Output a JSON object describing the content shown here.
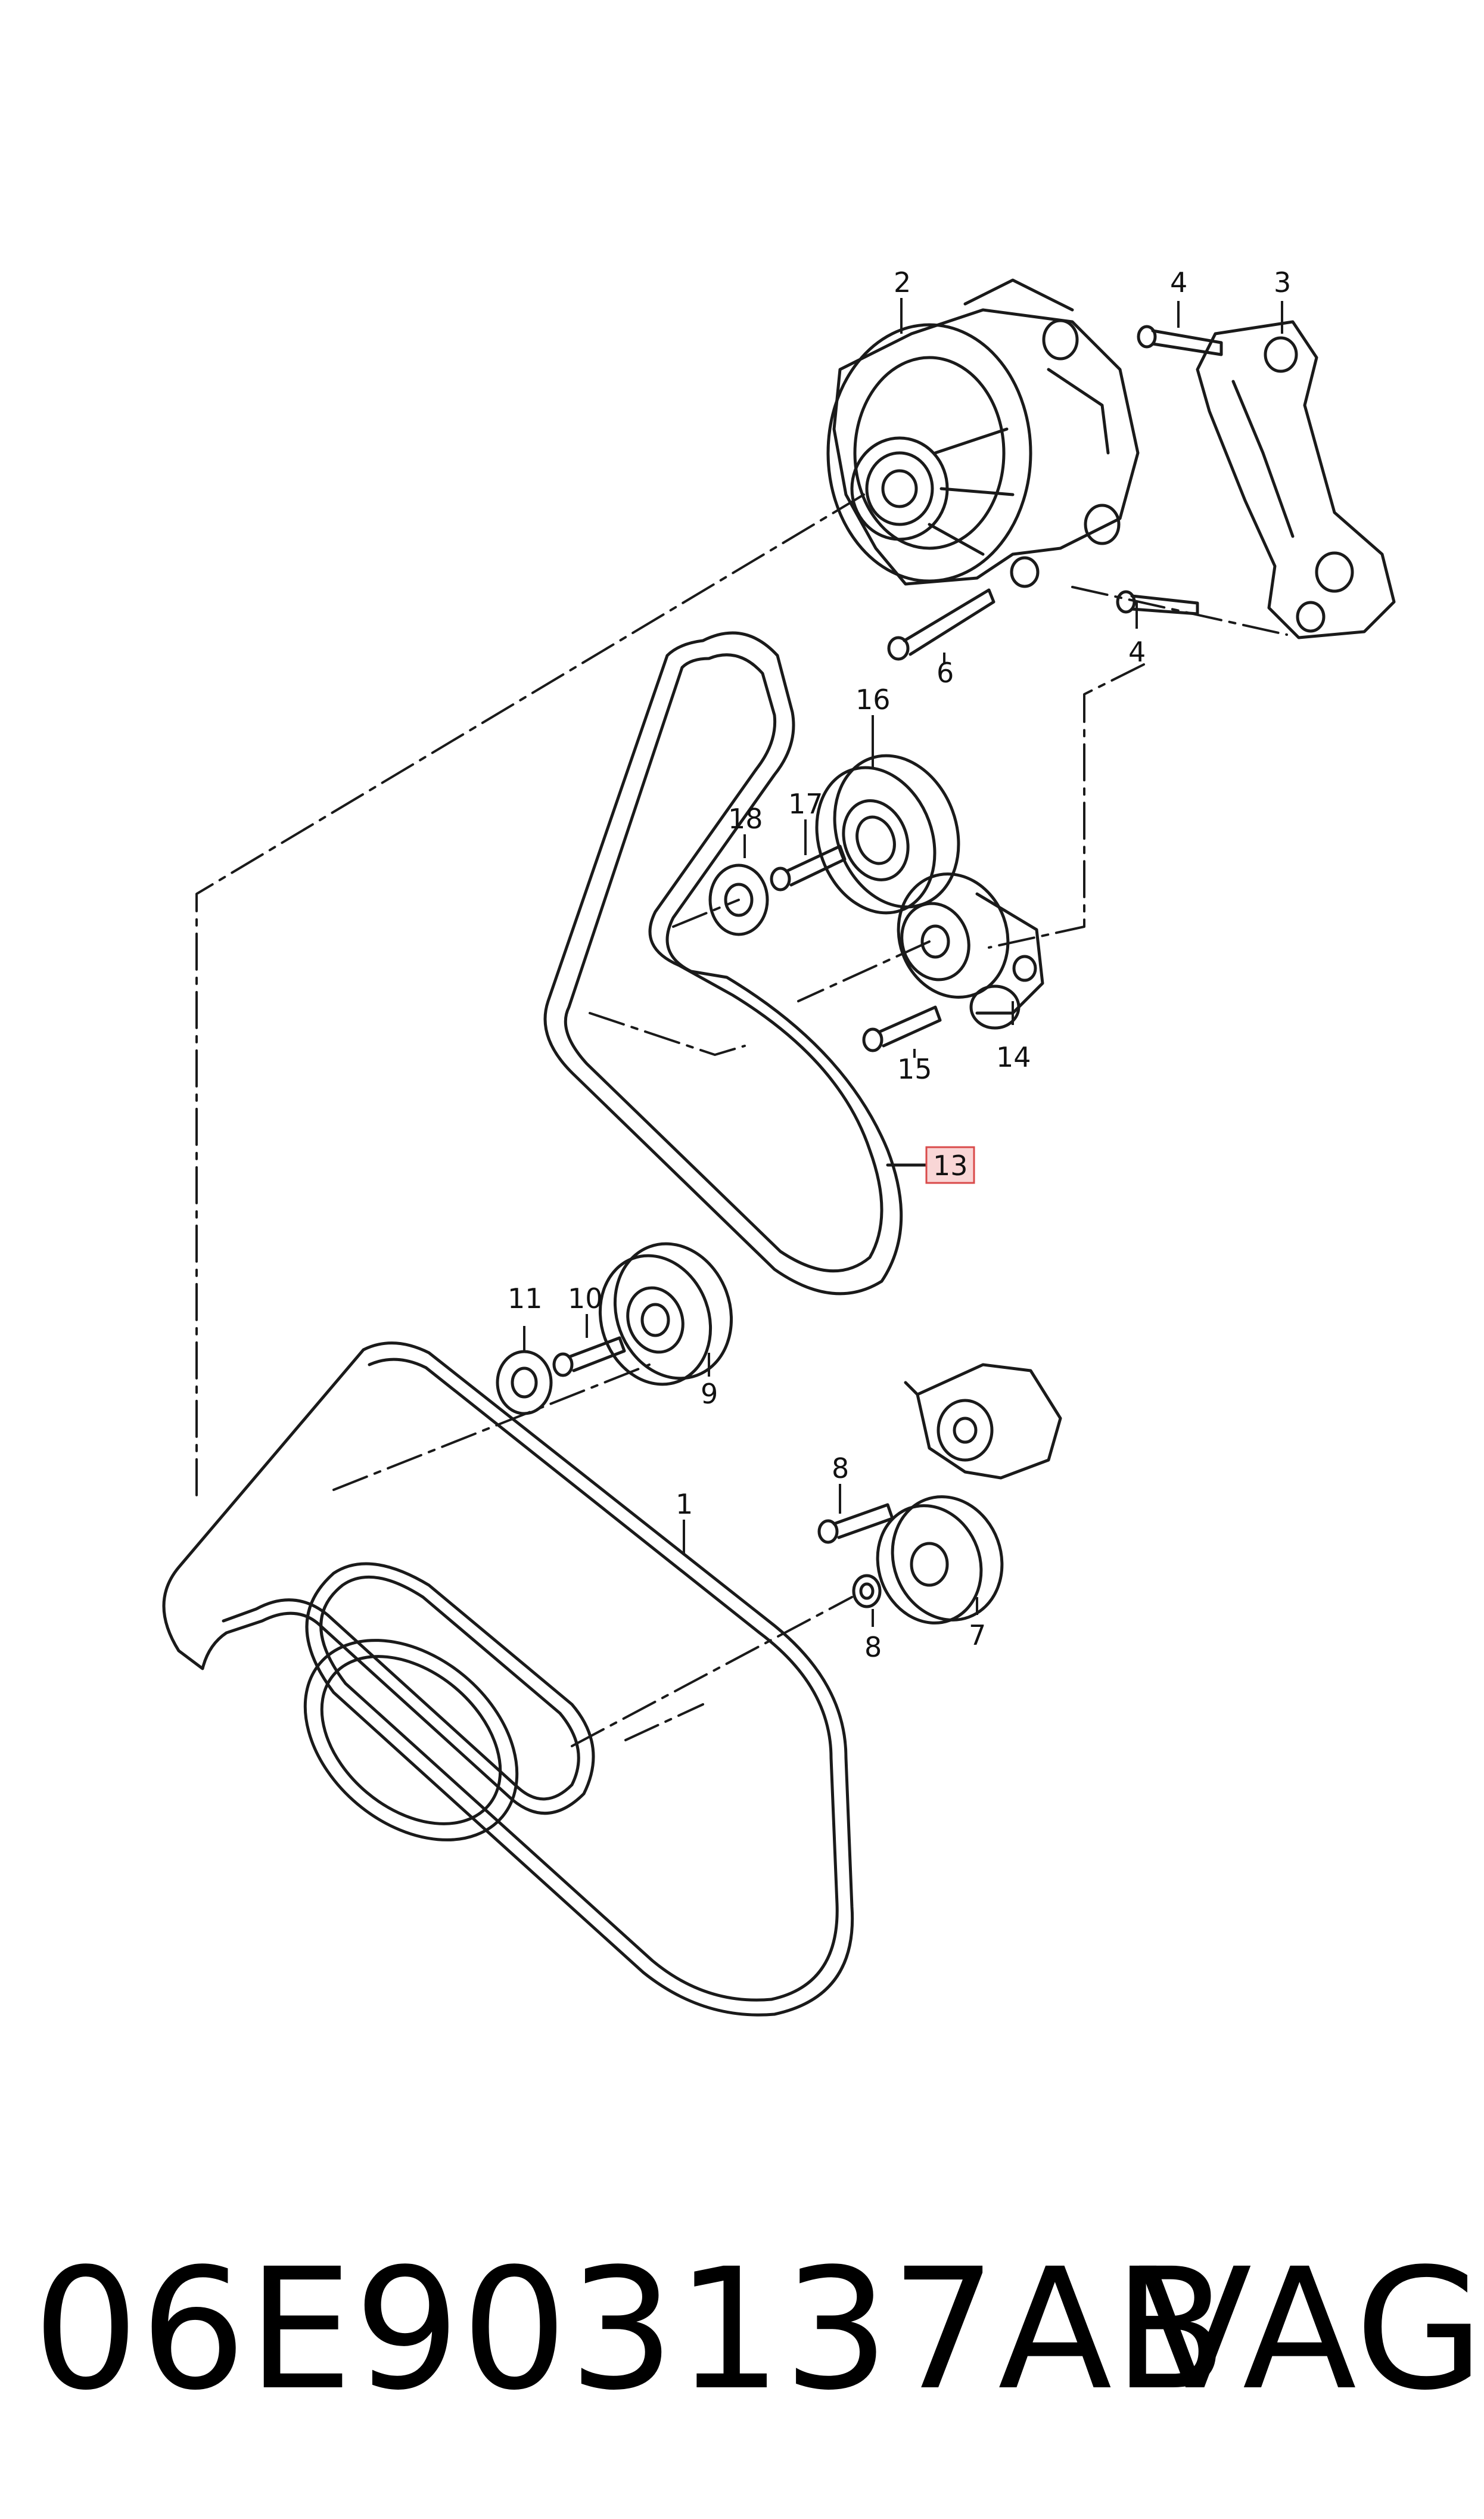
{
  "callouts": {
    "c1": "1",
    "c2": "2",
    "c3": "3",
    "c4a": "4",
    "c4b": "4",
    "c6": "6",
    "c7": "7",
    "c8a": "8",
    "c8b": "8",
    "c9": "9",
    "c10": "10",
    "c11": "11",
    "c13": "13",
    "c14": "14",
    "c15": "15",
    "c16": "16",
    "c17": "17",
    "c18": "18"
  },
  "highlighted_callout": "13",
  "footer": {
    "part_number": "06E903137AB",
    "brand": "VAG"
  },
  "colors": {
    "line": "#1a1a1a",
    "highlight_fill": "#f9d6d6",
    "highlight_stroke": "#d94a4a"
  }
}
